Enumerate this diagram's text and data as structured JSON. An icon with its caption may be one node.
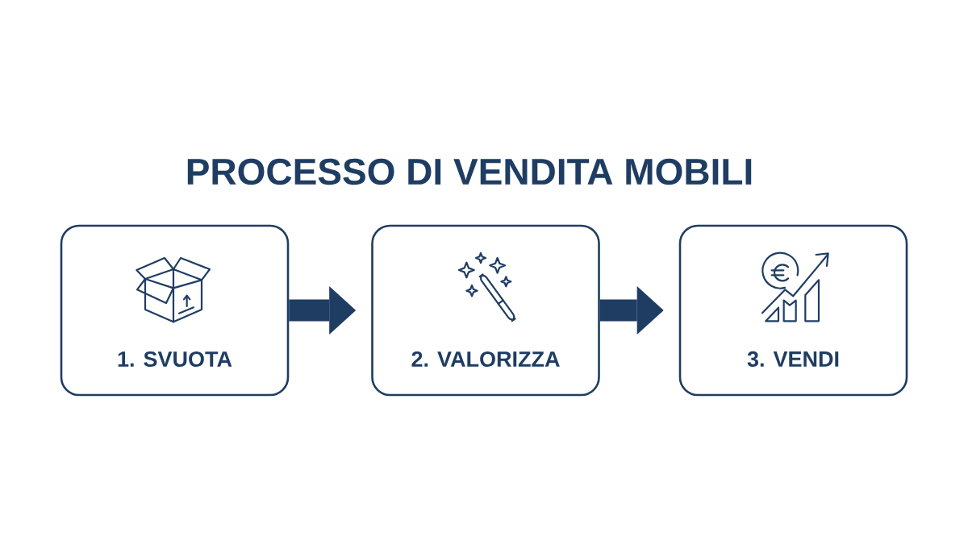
{
  "diagram": {
    "title": "PROCESSO DI VENDITA MOBILI",
    "nodes": [
      {
        "text": [
          "1. SVUOTA"
        ]
      },
      {
        "text": [
          "2. VALORIZZA"
        ]
      },
      {
        "text": [
          "3. VENDI"
        ]
      }
    ],
    "edges": [
      {
        "from": 0,
        "to": 1,
        "arrow": "to"
      },
      {
        "from": 1,
        "to": 2,
        "arrow": "to"
      }
    ]
  }
}
